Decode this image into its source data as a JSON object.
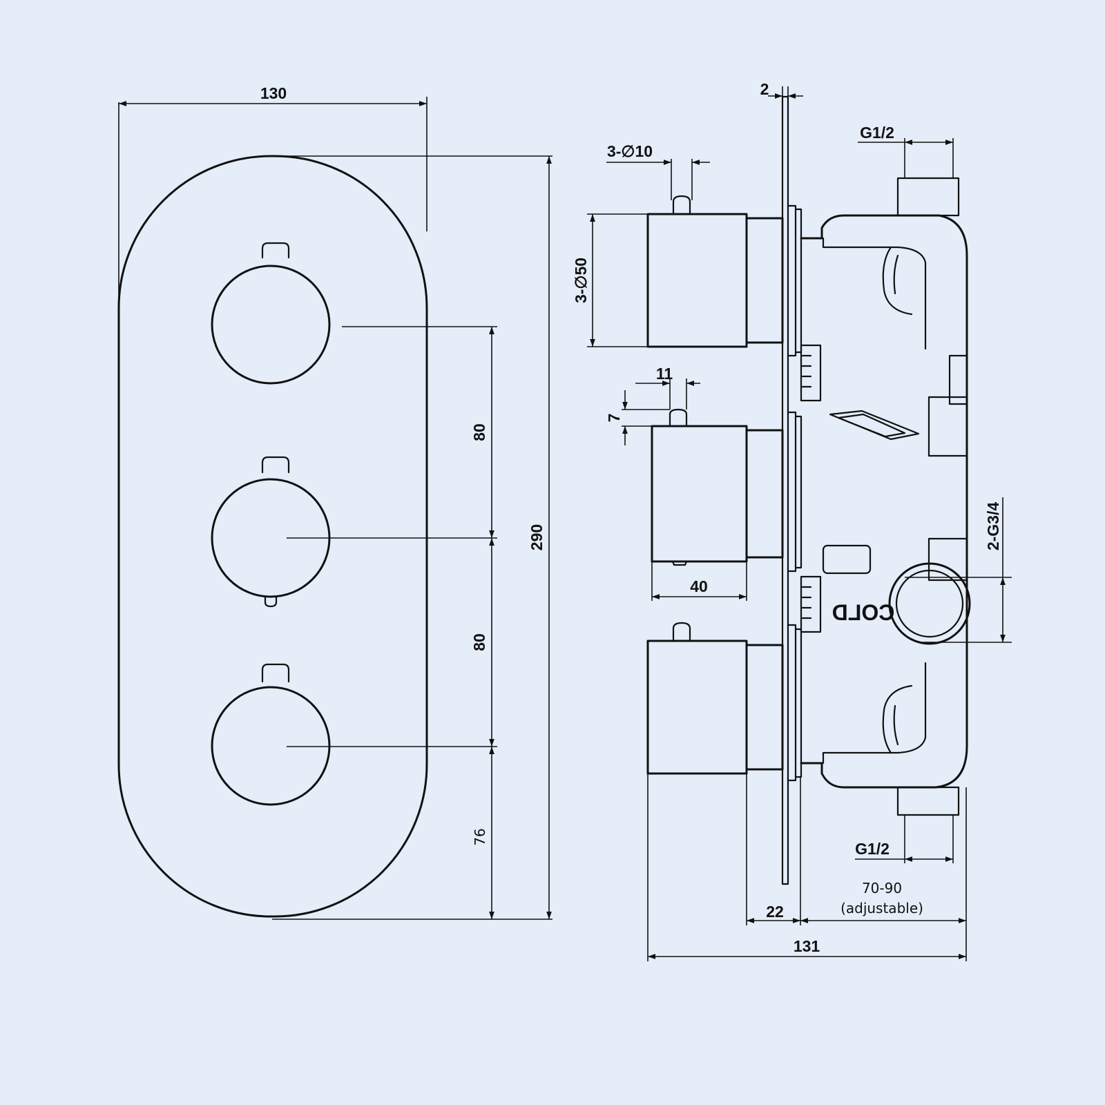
{
  "front_view": {
    "width": "130",
    "height": "290",
    "spacing_top": "80",
    "spacing_bottom": "80",
    "bottom_offset": "76"
  },
  "side_view": {
    "plate_thickness": "2",
    "spindle_diameter": "3-∅10",
    "handle_diameter": "3-∅50",
    "pin_width": "11",
    "pin_height": "7",
    "handle_length": "40",
    "inlet_top": "G1/2",
    "inlet_bottom": "G1/2",
    "outlet": "2-G3/4",
    "cold_label": "COLD",
    "adjust_range": "70-90",
    "adjust_note": "(adjustable)",
    "plate_to_body": "22",
    "total_depth": "131"
  }
}
